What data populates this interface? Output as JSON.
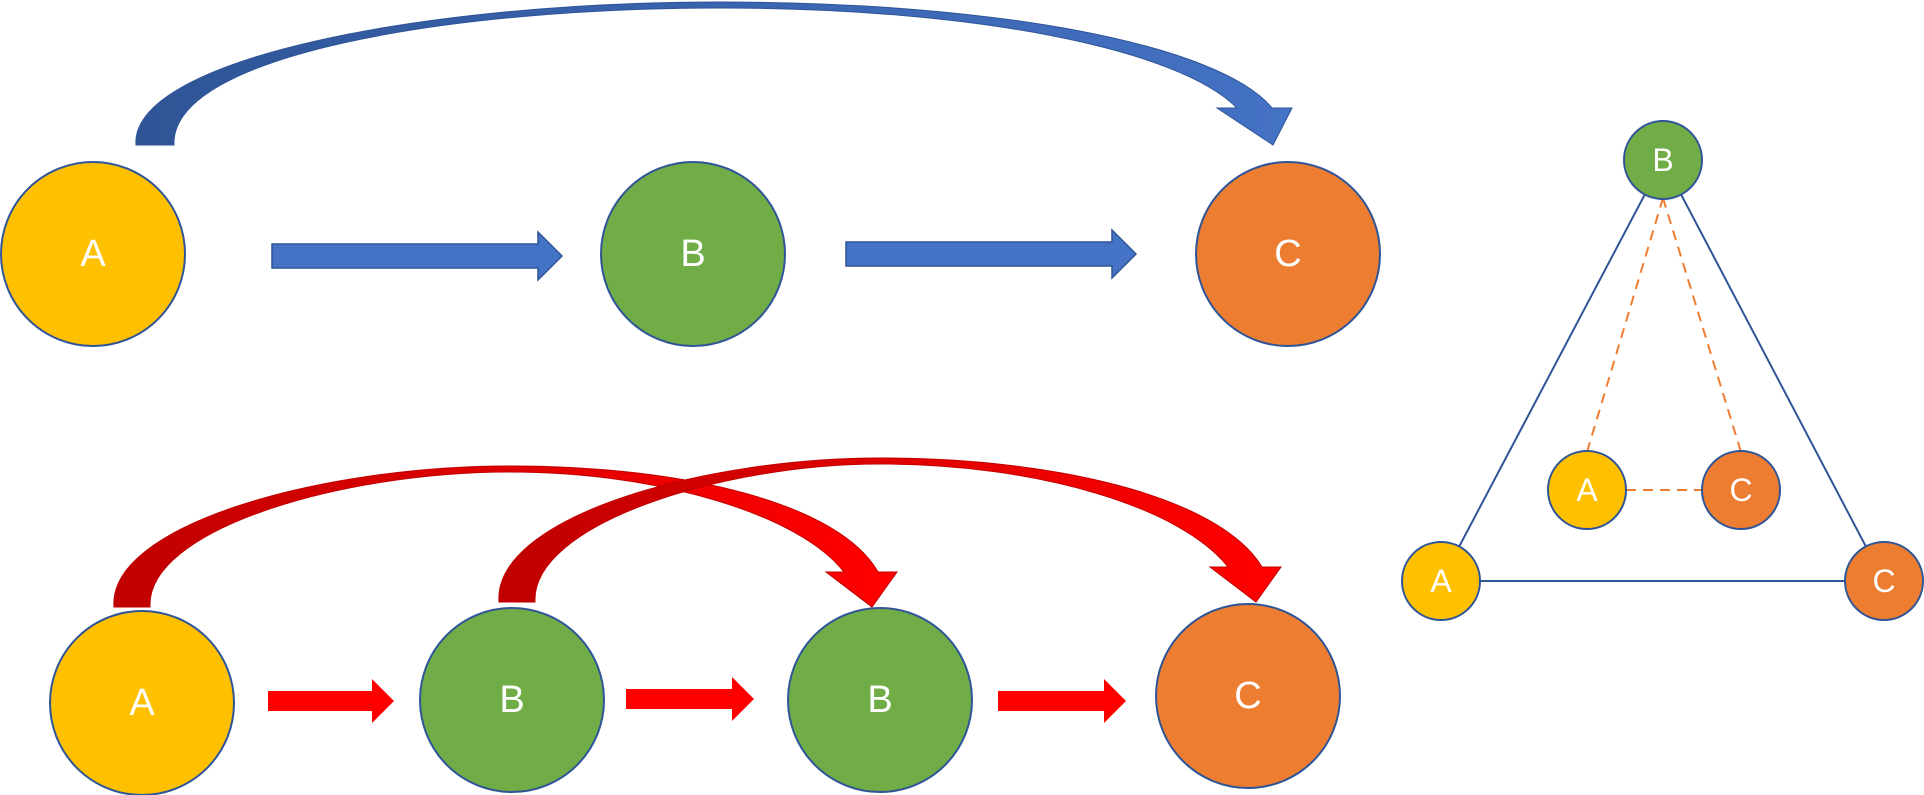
{
  "colors": {
    "yellow": "#FFC000",
    "green": "#70AD47",
    "orange": "#ED7D31",
    "blue_arrow": "#4472C4",
    "blue_arrow_dark": "#2F5597",
    "red_arrow": "#FF0000",
    "red_arrow_dark": "#C00000",
    "node_outline": "#2F5597",
    "triangle_line": "#2F5597",
    "dashed_line": "#ED7D31"
  },
  "top_row": {
    "nodes": [
      {
        "label": "A",
        "color": "yellow"
      },
      {
        "label": "B",
        "color": "green"
      },
      {
        "label": "C",
        "color": "orange"
      }
    ]
  },
  "bottom_row": {
    "nodes": [
      {
        "label": "A",
        "color": "yellow"
      },
      {
        "label": "B",
        "color": "green"
      },
      {
        "label": "B",
        "color": "green"
      },
      {
        "label": "C",
        "color": "orange"
      }
    ]
  },
  "triangle": {
    "outer_nodes": [
      {
        "label": "B",
        "color": "green"
      },
      {
        "label": "A",
        "color": "yellow"
      },
      {
        "label": "C",
        "color": "orange"
      }
    ],
    "inner_nodes": [
      {
        "label": "A",
        "color": "yellow"
      },
      {
        "label": "C",
        "color": "orange"
      }
    ]
  }
}
